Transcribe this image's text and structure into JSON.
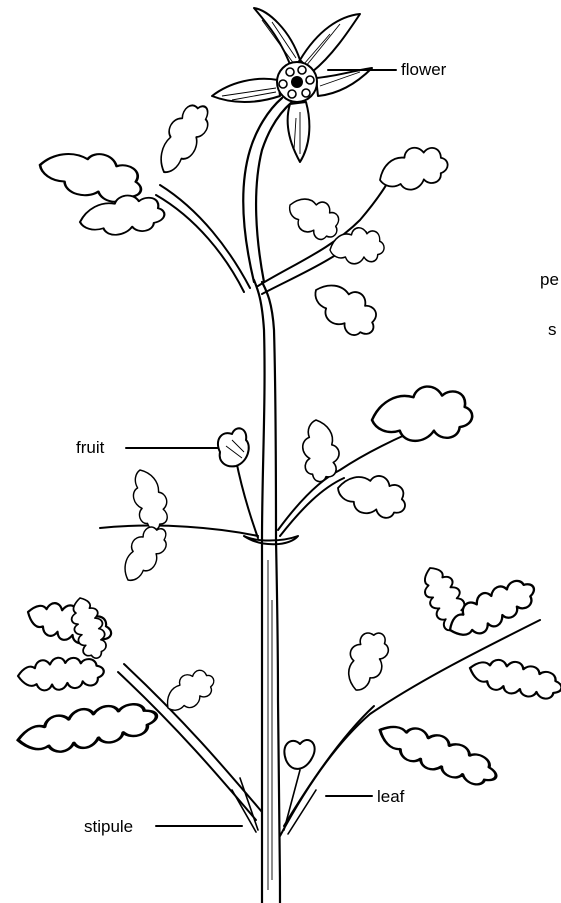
{
  "labels": {
    "flower": "flower",
    "fruit": "fruit",
    "stipule": "stipule",
    "leaf": "leaf",
    "edge_partial_1": "pe",
    "edge_partial_2": "s"
  },
  "colors": {
    "ink": "#000000",
    "paper": "#ffffff"
  }
}
